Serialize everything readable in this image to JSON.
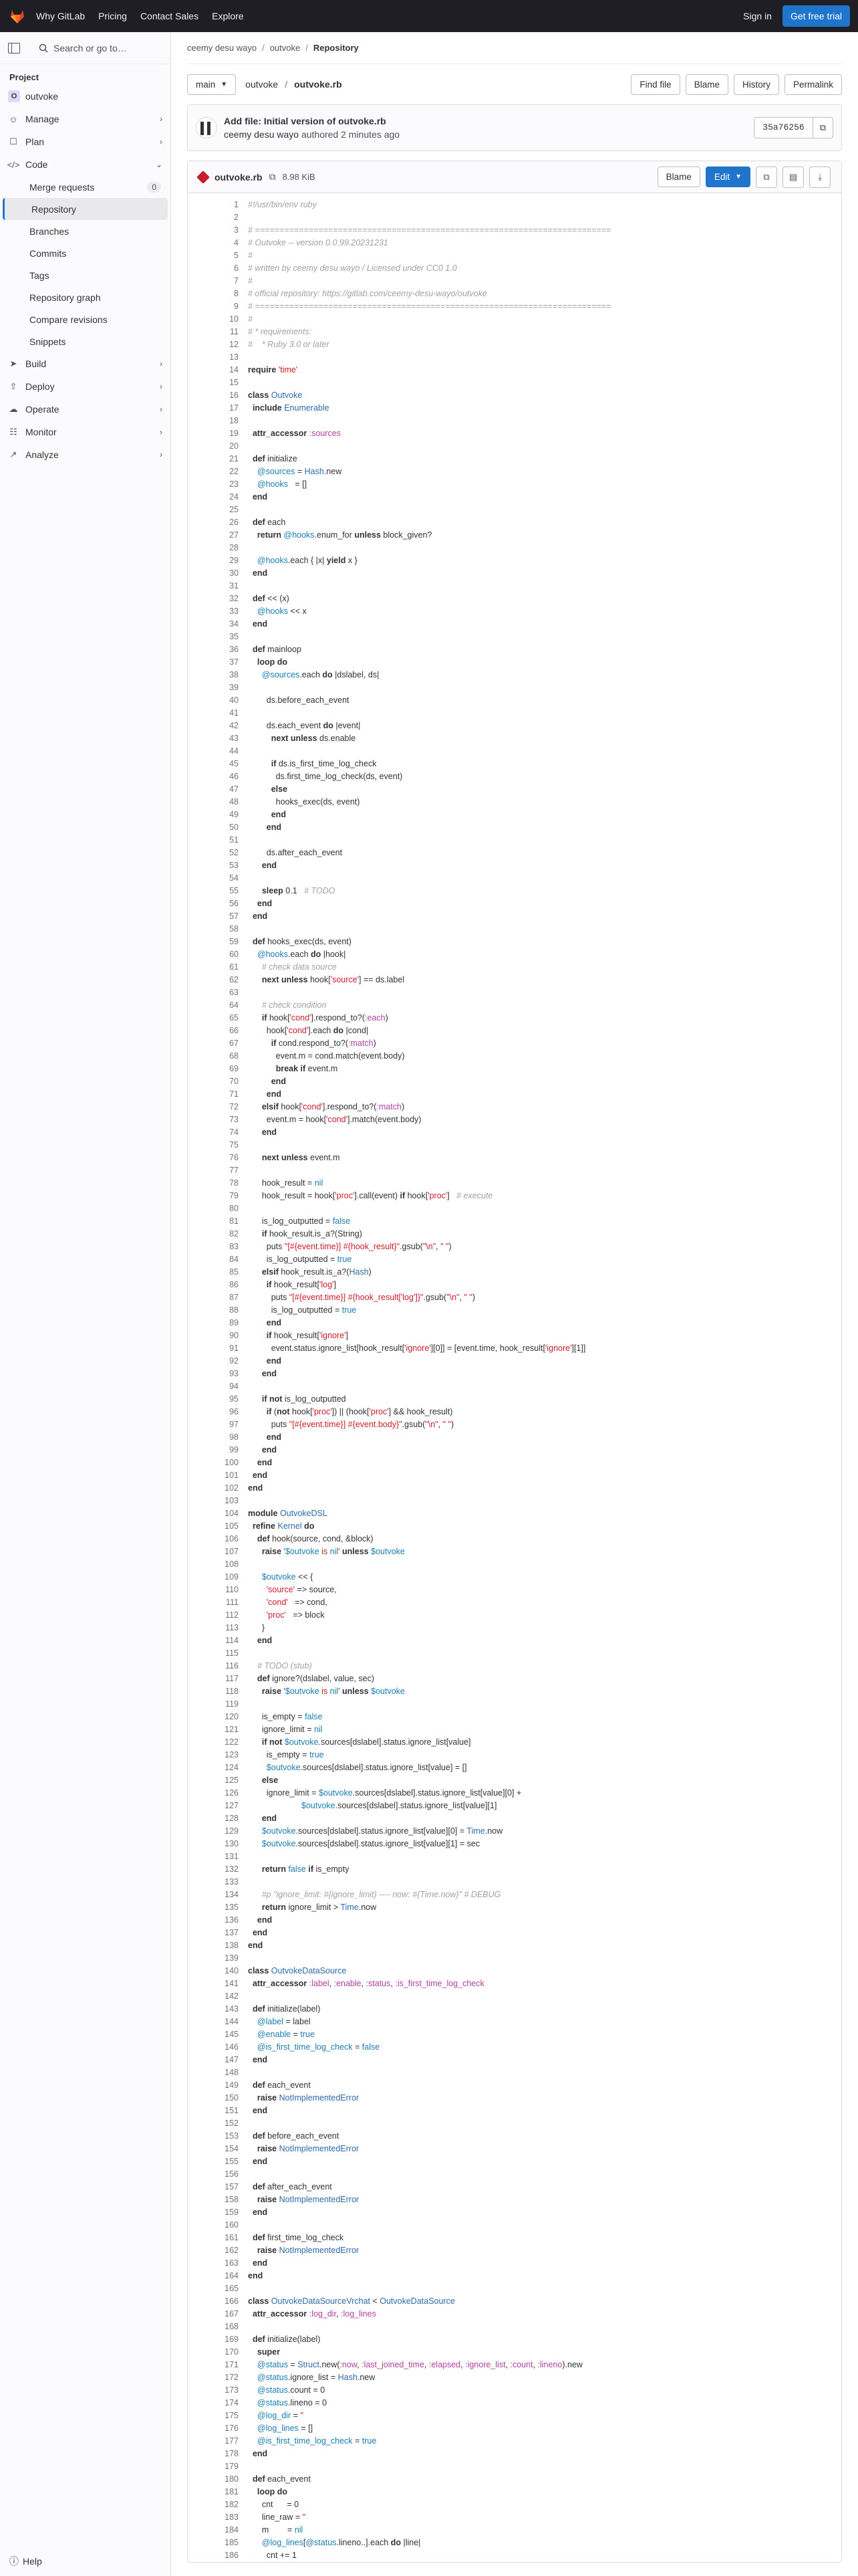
{
  "topbar": {
    "brand": "GitLab",
    "nav": [
      "Why GitLab",
      "Pricing",
      "Contact Sales",
      "Explore"
    ],
    "signin": "Sign in",
    "trial": "Get free trial"
  },
  "sidebar": {
    "search": "Search or go to…",
    "section": "Project",
    "project_initial": "O",
    "project_name": "outvoke",
    "items": [
      {
        "label": "Manage",
        "icon": "users-icon"
      },
      {
        "label": "Plan",
        "icon": "plan-icon"
      },
      {
        "label": "Code",
        "icon": "code-icon"
      }
    ],
    "code_sub": [
      "Merge requests",
      "Repository",
      "Branches",
      "Commits",
      "Tags",
      "Repository graph",
      "Compare revisions",
      "Snippets"
    ],
    "merge_count": "0",
    "items2": [
      {
        "label": "Build",
        "icon": "rocket-icon"
      },
      {
        "label": "Deploy",
        "icon": "deploy-icon"
      },
      {
        "label": "Operate",
        "icon": "cloud-icon"
      },
      {
        "label": "Monitor",
        "icon": "monitor-icon"
      },
      {
        "label": "Analyze",
        "icon": "chart-icon"
      }
    ],
    "help": "Help"
  },
  "breadcrumb": {
    "user": "ceemy desu wayo",
    "project": "outvoke",
    "page": "Repository"
  },
  "pathbar": {
    "branch": "main",
    "repo": "outvoke",
    "file": "outvoke.rb",
    "buttons": [
      "Find file",
      "Blame",
      "History",
      "Permalink"
    ]
  },
  "commit": {
    "title": "Add file: Initial version of outvoke.rb",
    "author": "ceemy desu wayo",
    "authored": "authored 2 minutes ago",
    "sha": "35a76256"
  },
  "file": {
    "name": "outvoke.rb",
    "size": "8.98 KiB",
    "blame": "Blame",
    "edit": "Edit"
  },
  "code": [
    "#!/usr/bin/env ruby",
    "",
    "# =========================================================================",
    "# Outvoke -- version 0.0.99.20231231",
    "#",
    "# written by ceemy desu wayo / Licensed under CC0 1.0",
    "#",
    "# official repository: https://gitlab.com/ceemy-desu-wayo/outvoke",
    "# =========================================================================",
    "#",
    "# * requirements:",
    "#    * Ruby 3.0 or later",
    "",
    "require 'time'",
    "",
    "class Outvoke",
    "  include Enumerable",
    "",
    "  attr_accessor :sources",
    "",
    "  def initialize",
    "    @sources = Hash.new",
    "    @hooks   = []",
    "  end",
    "",
    "  def each",
    "    return @hooks.enum_for unless block_given?",
    "",
    "    @hooks.each { |x| yield x }",
    "  end",
    "",
    "  def << (x)",
    "    @hooks << x",
    "  end",
    "",
    "  def mainloop",
    "    loop do",
    "      @sources.each do |dslabel, ds|",
    "",
    "        ds.before_each_event",
    "",
    "        ds.each_event do |event|",
    "          next unless ds.enable",
    "",
    "          if ds.is_first_time_log_check",
    "            ds.first_time_log_check(ds, event)",
    "          else",
    "            hooks_exec(ds, event)",
    "          end",
    "        end",
    "",
    "        ds.after_each_event",
    "      end",
    "",
    "      sleep 0.1   # TODO",
    "    end",
    "  end",
    "",
    "  def hooks_exec(ds, event)",
    "    @hooks.each do |hook|",
    "      # check data source",
    "      next unless hook['source'] == ds.label",
    "",
    "      # check condition",
    "      if hook['cond'].respond_to?(:each)",
    "        hook['cond'].each do |cond|",
    "          if cond.respond_to?(:match)",
    "            event.m = cond.match(event.body)",
    "            break if event.m",
    "          end",
    "        end",
    "      elsif hook['cond'].respond_to?(:match)",
    "        event.m = hook['cond'].match(event.body)",
    "      end",
    "",
    "      next unless event.m",
    "",
    "      hook_result = nil",
    "      hook_result = hook['proc'].call(event) if hook['proc']   # execute",
    "",
    "      is_log_outputted = false",
    "      if hook_result.is_a?(String)",
    "        puts \"[#{event.time}] #{hook_result}\".gsub(\"\\n\", \" \")",
    "        is_log_outputted = true",
    "      elsif hook_result.is_a?(Hash)",
    "        if hook_result['log']",
    "          puts \"[#{event.time}] #{hook_result['log']}\".gsub(\"\\n\", \" \")",
    "          is_log_outputted = true",
    "        end",
    "        if hook_result['ignore']",
    "          event.status.ignore_list[hook_result['ignore'][0]] = [event.time, hook_result['ignore'][1]]",
    "        end",
    "      end",
    "",
    "      if not is_log_outputted",
    "        if (not hook['proc']) || (hook['proc'] && hook_result)",
    "          puts \"[#{event.time}] #{event.body}\".gsub(\"\\n\", \" \")",
    "        end",
    "      end",
    "    end",
    "  end",
    "end",
    "",
    "module OutvokeDSL",
    "  refine Kernel do",
    "    def hook(source, cond, &block)",
    "      raise '$outvoke is nil' unless $outvoke",
    "",
    "      $outvoke << {",
    "        'source' => source,",
    "        'cond'   => cond,",
    "        'proc'   => block",
    "      }",
    "    end",
    "",
    "    # TODO (stub)",
    "    def ignore?(dslabel, value, sec)",
    "      raise '$outvoke is nil' unless $outvoke",
    "",
    "      is_empty = false",
    "      ignore_limit = nil",
    "      if not $outvoke.sources[dslabel].status.ignore_list[value]",
    "        is_empty = true",
    "        $outvoke.sources[dslabel].status.ignore_list[value] = []",
    "      else",
    "        ignore_limit = $outvoke.sources[dslabel].status.ignore_list[value][0] +",
    "                       $outvoke.sources[dslabel].status.ignore_list[value][1]",
    "      end",
    "      $outvoke.sources[dslabel].status.ignore_list[value][0] = Time.now",
    "      $outvoke.sources[dslabel].status.ignore_list[value][1] = sec",
    "",
    "      return false if is_empty",
    "",
    "      #p \"ignore_limit: #{ignore_limit} ---- now: #{Time.now}\" # DEBUG",
    "      return ignore_limit > Time.now",
    "    end",
    "  end",
    "end",
    "",
    "class OutvokeDataSource",
    "  attr_accessor :label, :enable, :status, :is_first_time_log_check",
    "",
    "  def initialize(label)",
    "    @label = label",
    "    @enable = true",
    "    @is_first_time_log_check = false",
    "  end",
    "",
    "  def each_event",
    "    raise NotImplementedError",
    "  end",
    "",
    "  def before_each_event",
    "    raise NotImplementedError",
    "  end",
    "",
    "  def after_each_event",
    "    raise NotImplementedError",
    "  end",
    "",
    "  def first_time_log_check",
    "    raise NotImplementedError",
    "  end",
    "end",
    "",
    "class OutvokeDataSourceVrchat < OutvokeDataSource",
    "  attr_accessor :log_dir, :log_lines",
    "",
    "  def initialize(label)",
    "    super",
    "    @status = Struct.new(:now, :last_joined_time, :elapsed, :ignore_list, :count, :lineno).new",
    "    @status.ignore_list = Hash.new",
    "    @status.count = 0",
    "    @status.lineno = 0",
    "    @log_dir = ''",
    "    @log_lines = []",
    "    @is_first_time_log_check = true",
    "  end",
    "",
    "  def each_event",
    "    loop do",
    "      cnt      = 0",
    "      line_raw = ''",
    "      m        = nil",
    "      @log_lines[@status.lineno..].each do |line|",
    "        cnt += 1"
  ]
}
